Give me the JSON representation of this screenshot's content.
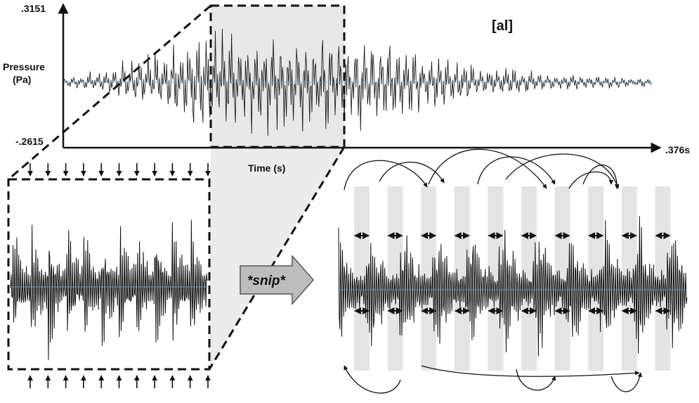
{
  "figure": {
    "signal_label": "[al]",
    "y_axis": {
      "label_line1": "Pressure",
      "label_line2": "(Pa)",
      "max_tick": ".3151",
      "min_tick": "-.2615"
    },
    "x_axis": {
      "label": "Time (s)",
      "max_tick": ".376s"
    },
    "snip_label": "*snip*",
    "colors": {
      "waveform": "#111111",
      "zoom_shade": "#e8e8e8",
      "strip_shade": "#e4e4e4",
      "snip_arrow_fill": "#bdbdbd"
    },
    "glottal_pulse_markers": 11,
    "snipped_segments": 10
  }
}
